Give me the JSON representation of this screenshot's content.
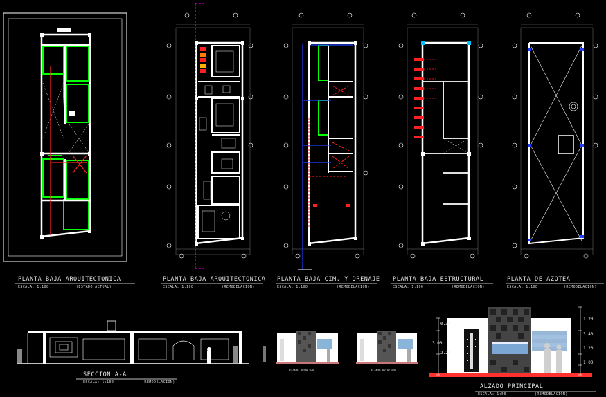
{
  "titles": {
    "p1": "PLANTA BAJA ARQUITECTONICA",
    "p2": "PLANTA BAJA ARQUITECTONICA",
    "p3": "PLANTA BAJA CIM. Y DRENAJE",
    "p4": "PLANTA BAJA ESTRUCTURAL",
    "p5": "PLANTA DE AZOTEA",
    "seccion": "SECCION A-A",
    "alzado": "ALZADO PRINCIPAL"
  },
  "subtitles": {
    "escala": "ESCALA: 1:100",
    "escala_alzado": "ESCALA: 1:50",
    "actual": "(ESTADO ACTUAL)",
    "remod": "(REMODELACION)"
  },
  "small_labels": {
    "alzado_a": "ALZADO PRINCIPAL",
    "alzado_b": "ALZADO PRINCIPAL"
  },
  "dims": {
    "left_top": "0.30",
    "left_mid": "3.00",
    "left_bot": "2.20",
    "right_top": "1.20",
    "right_mid": "3.40",
    "right_a": "1.20",
    "right_b": "1.00"
  },
  "colors": {
    "background": "#000000",
    "wall": "#ffffff",
    "green": "#00ff00",
    "red": "#ff2020",
    "magenta": "#ff00ff",
    "blue": "#2040ff",
    "cyan": "#00c0ff"
  }
}
